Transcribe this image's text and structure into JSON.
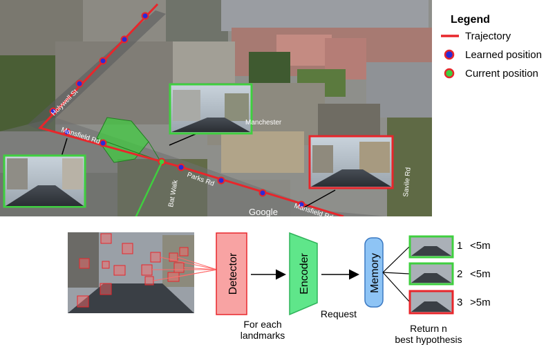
{
  "legend": {
    "title": "Legend",
    "items": [
      {
        "label": "Trajectory",
        "color": "#e8262b",
        "icon": "red-line"
      },
      {
        "label": "Learned position",
        "color": "#2b2bd6",
        "icon": "blue-dot-red-ring"
      },
      {
        "label": "Current position",
        "color": "#3fcf3f",
        "icon": "green-dot-red-ring"
      }
    ]
  },
  "map": {
    "street_labels": [
      "Holywell St",
      "Mansfield Rd",
      "Mansfield Rd",
      "Savile Rd",
      "Parks Rd",
      "Manchester",
      "Google",
      "Bat Walk"
    ],
    "watermark": "Google"
  },
  "pipeline": {
    "detector": "Detector",
    "encoder": "Encoder",
    "memory": "Memory",
    "for_each": [
      "For each",
      "landmarks"
    ],
    "request": "Request",
    "return": [
      "Return n",
      "best hypothesis"
    ]
  },
  "results": [
    {
      "rank": "1",
      "distance": "<5m",
      "border": "#3fcf3f"
    },
    {
      "rank": "2",
      "distance": "<5m",
      "border": "#3fcf3f"
    },
    {
      "rank": "3",
      "distance": ">5m",
      "border": "#e8262b"
    }
  ]
}
